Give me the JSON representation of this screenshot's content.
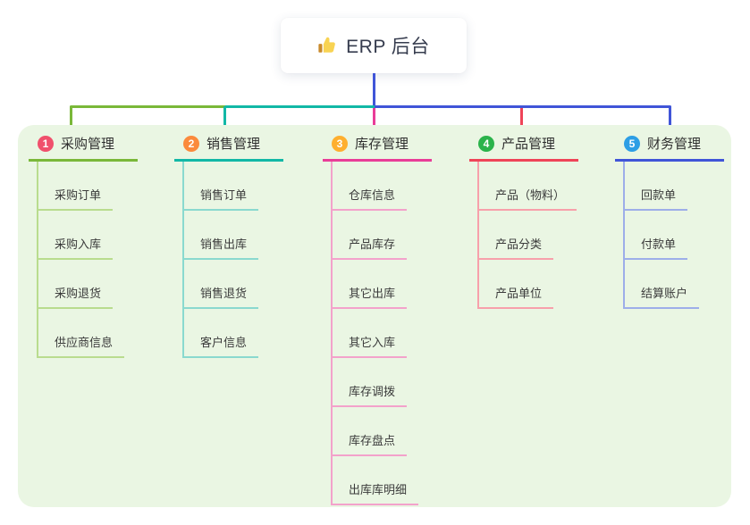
{
  "root": {
    "icon": "thumbs-up",
    "title": "ERP 后台"
  },
  "panel_color": "#eaf6e3",
  "branches": [
    {
      "num": "1",
      "label": "采购管理",
      "color": "#7ab839",
      "light": "#b9dc8e",
      "badge_color": "#f0506c",
      "children": [
        "采购订单",
        "采购入库",
        "采购退货",
        "供应商信息"
      ]
    },
    {
      "num": "2",
      "label": "销售管理",
      "color": "#12b8a6",
      "light": "#8ad9cf",
      "badge_color": "#fb8a3c",
      "children": [
        "销售订单",
        "销售出库",
        "销售退货",
        "客户信息"
      ]
    },
    {
      "num": "3",
      "label": "库存管理",
      "color": "#e93d98",
      "light": "#f3a2cb",
      "badge_color": "#feaf2f",
      "children": [
        "仓库信息",
        "产品库存",
        "其它出库",
        "其它入库",
        "库存调拨",
        "库存盘点",
        "出库库明细"
      ]
    },
    {
      "num": "4",
      "label": "产品管理",
      "color": "#ef4458",
      "light": "#f7a0ab",
      "badge_color": "#2bb34b",
      "children": [
        "产品（物料）",
        "产品分类",
        "产品单位"
      ]
    },
    {
      "num": "5",
      "label": "财务管理",
      "color": "#4055d8",
      "light": "#9daee9",
      "badge_color": "#2d9ee5",
      "children": [
        "回款单",
        "付款单",
        "结算账户"
      ]
    }
  ]
}
